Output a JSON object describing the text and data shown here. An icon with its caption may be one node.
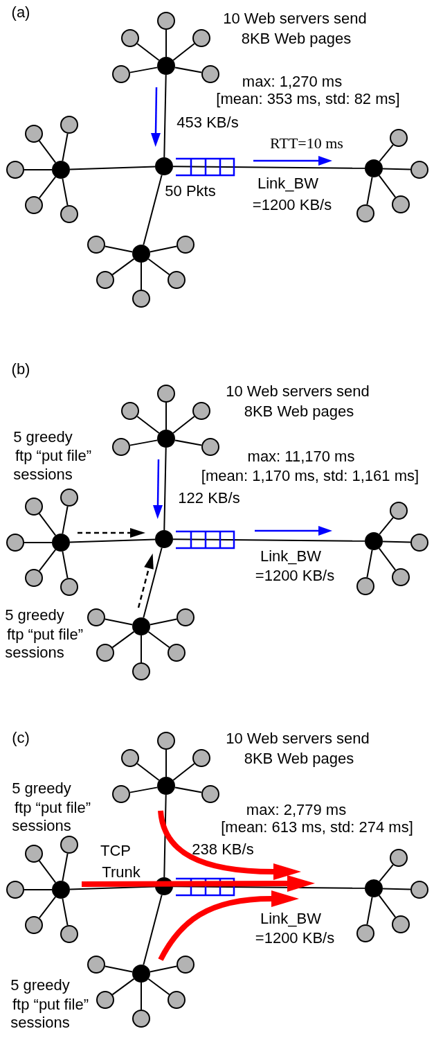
{
  "diagram": {
    "nodes": [
      {
        "text": [],
        "shape": "circle"
      },
      {
        "text": [],
        "shape": "circle"
      },
      {
        "text": [],
        "shape": "circle"
      },
      {
        "text": [],
        "shape": "circle"
      },
      {
        "text": [],
        "shape": "circle"
      },
      {
        "text": [],
        "shape": "circle"
      },
      {
        "text": [],
        "shape": "circle"
      },
      {
        "text": [],
        "shape": "circle"
      },
      {
        "text": [],
        "shape": "circle"
      },
      {
        "text": [],
        "shape": "circle"
      },
      {
        "text": [],
        "shape": "circle"
      },
      {
        "text": [],
        "shape": "circle"
      },
      {
        "text": [],
        "shape": "circle"
      },
      {
        "text": [],
        "shape": "circle"
      },
      {
        "text": [],
        "shape": "circle"
      },
      {
        "text": [],
        "shape": "circle"
      },
      {
        "text": [],
        "shape": "circle"
      },
      {
        "text": [],
        "shape": "circle"
      },
      {
        "text": [],
        "shape": "circle"
      },
      {
        "text": [],
        "shape": "circle"
      },
      {
        "text": [],
        "shape": "circle"
      },
      {
        "text": [],
        "shape": "circle"
      },
      {
        "text": [],
        "shape": "circle"
      },
      {
        "text": [],
        "shape": "circle"
      },
      {
        "text": [],
        "shape": "circle"
      },
      {
        "text": [],
        "shape": "circle"
      },
      {
        "text": [],
        "shape": "circle"
      },
      {
        "text": [],
        "shape": "circle"
      },
      {
        "text": [],
        "shape": "circle"
      },
      {
        "text": [],
        "shape": "circle"
      },
      {
        "text": [],
        "shape": "circle"
      },
      {
        "text": [],
        "shape": "circle"
      },
      {
        "text": [],
        "shape": "circle"
      },
      {
        "text": [],
        "shape": "circle"
      },
      {
        "text": [],
        "shape": "circle"
      },
      {
        "text": [],
        "shape": "circle"
      },
      {
        "text": [],
        "shape": "circle"
      },
      {
        "text": [],
        "shape": "circle"
      },
      {
        "text": [],
        "shape": "circle"
      },
      {
        "text": [],
        "shape": "circle"
      },
      {
        "text": [],
        "shape": "circle"
      },
      {
        "text": [],
        "shape": "circle"
      },
      {
        "text": [],
        "shape": "circle"
      },
      {
        "text": [],
        "shape": "circle"
      },
      {
        "text": [],
        "shape": "circle"
      },
      {
        "text": [],
        "shape": "circle"
      },
      {
        "text": [],
        "shape": "circle"
      },
      {
        "text": [],
        "shape": "circle"
      },
      {
        "text": [],
        "shape": "circle"
      },
      {
        "text": [],
        "shape": "circle"
      },
      {
        "text": [],
        "shape": "circle"
      },
      {
        "text": [],
        "shape": "circle"
      },
      {
        "text": [],
        "shape": "circle"
      },
      {
        "text": [],
        "shape": "circle"
      },
      {
        "text": [],
        "shape": "circle"
      },
      {
        "text": [],
        "shape": "circle"
      },
      {
        "text": [],
        "shape": "circle"
      },
      {
        "text": [],
        "shape": "circle"
      },
      {
        "text": [],
        "shape": "circle"
      },
      {
        "text": [],
        "shape": "circle"
      },
      {
        "text": [],
        "shape": "circle"
      },
      {
        "text": [],
        "shape": "circle"
      },
      {
        "text": [],
        "shape": "circle"
      },
      {
        "text": [],
        "shape": "circle"
      },
      {
        "text": [],
        "shape": "circle"
      },
      {
        "text": [],
        "shape": "circle"
      },
      {
        "text": [],
        "shape": "circle"
      },
      {
        "text": [],
        "shape": "circle"
      },
      {
        "text": [],
        "shape": "circle"
      },
      {
        "text": [],
        "shape": "circle"
      },
      {
        "text": [],
        "shape": "circle"
      },
      {
        "text": [],
        "shape": "circle"
      }
    ],
    "edges": [
      {
        "from": 0,
        "to": 1,
        "arrow": "none"
      },
      {
        "from": 0,
        "to": 2,
        "arrow": "none"
      },
      {
        "from": 0,
        "to": 3,
        "arrow": "none"
      },
      {
        "from": 0,
        "to": 4,
        "arrow": "none"
      },
      {
        "from": 0,
        "to": 5,
        "arrow": "none"
      },
      {
        "from": 0,
        "to": 12,
        "arrow": "none"
      },
      {
        "from": 6,
        "to": 7,
        "arrow": "none"
      },
      {
        "from": 6,
        "to": 8,
        "arrow": "none"
      },
      {
        "from": 6,
        "to": 9,
        "arrow": "none"
      },
      {
        "from": 6,
        "to": 10,
        "arrow": "none"
      },
      {
        "from": 6,
        "to": 11,
        "arrow": "none"
      },
      {
        "from": 6,
        "to": 12,
        "arrow": "none"
      },
      {
        "from": 12,
        "to": 13,
        "arrow": "none"
      },
      {
        "from": 13,
        "to": 14,
        "arrow": "none"
      },
      {
        "from": 13,
        "to": 15,
        "arrow": "none"
      },
      {
        "from": 13,
        "to": 16,
        "arrow": "none"
      },
      {
        "from": 13,
        "to": 17,
        "arrow": "none"
      },
      {
        "from": 18,
        "to": 12,
        "arrow": "none"
      },
      {
        "from": 18,
        "to": 19,
        "arrow": "none"
      },
      {
        "from": 18,
        "to": 20,
        "arrow": "none"
      },
      {
        "from": 18,
        "to": 21,
        "arrow": "none"
      },
      {
        "from": 18,
        "to": 22,
        "arrow": "none"
      },
      {
        "from": 18,
        "to": 23,
        "arrow": "none"
      },
      {
        "from": 24,
        "to": 25,
        "arrow": "none"
      },
      {
        "from": 24,
        "to": 26,
        "arrow": "none"
      },
      {
        "from": 24,
        "to": 27,
        "arrow": "none"
      },
      {
        "from": 24,
        "to": 28,
        "arrow": "none"
      },
      {
        "from": 24,
        "to": 29,
        "arrow": "none"
      },
      {
        "from": 24,
        "to": 36,
        "arrow": "none"
      },
      {
        "from": 30,
        "to": 31,
        "arrow": "none"
      },
      {
        "from": 30,
        "to": 32,
        "arrow": "none"
      },
      {
        "from": 30,
        "to": 33,
        "arrow": "none"
      },
      {
        "from": 30,
        "to": 34,
        "arrow": "none"
      },
      {
        "from": 30,
        "to": 35,
        "arrow": "none"
      },
      {
        "from": 30,
        "to": 36,
        "arrow": "none"
      },
      {
        "from": 36,
        "to": 37,
        "arrow": "none"
      },
      {
        "from": 37,
        "to": 38,
        "arrow": "none"
      },
      {
        "from": 37,
        "to": 39,
        "arrow": "none"
      },
      {
        "from": 37,
        "to": 40,
        "arrow": "none"
      },
      {
        "from": 37,
        "to": 41,
        "arrow": "none"
      },
      {
        "from": 42,
        "to": 36,
        "arrow": "none"
      },
      {
        "from": 42,
        "to": 43,
        "arrow": "none"
      },
      {
        "from": 42,
        "to": 44,
        "arrow": "none"
      },
      {
        "from": 42,
        "to": 45,
        "arrow": "none"
      },
      {
        "from": 42,
        "to": 46,
        "arrow": "none"
      },
      {
        "from": 42,
        "to": 47,
        "arrow": "none"
      },
      {
        "from": 48,
        "to": 49,
        "arrow": "none"
      },
      {
        "from": 48,
        "to": 50,
        "arrow": "none"
      },
      {
        "from": 48,
        "to": 51,
        "arrow": "none"
      },
      {
        "from": 48,
        "to": 52,
        "arrow": "none"
      },
      {
        "from": 48,
        "to": 53,
        "arrow": "none"
      },
      {
        "from": 48,
        "to": 60,
        "arrow": "none"
      },
      {
        "from": 54,
        "to": 55,
        "arrow": "none"
      },
      {
        "from": 54,
        "to": 56,
        "arrow": "none"
      },
      {
        "from": 54,
        "to": 57,
        "arrow": "none"
      },
      {
        "from": 54,
        "to": 58,
        "arrow": "none"
      },
      {
        "from": 54,
        "to": 59,
        "arrow": "none"
      },
      {
        "from": 54,
        "to": 60,
        "arrow": "none"
      },
      {
        "from": 60,
        "to": 61,
        "arrow": "none"
      },
      {
        "from": 61,
        "to": 62,
        "arrow": "none"
      },
      {
        "from": 61,
        "to": 63,
        "arrow": "none"
      },
      {
        "from": 61,
        "to": 64,
        "arrow": "none"
      },
      {
        "from": 61,
        "to": 65,
        "arrow": "none"
      },
      {
        "from": 66,
        "to": 60,
        "arrow": "none"
      },
      {
        "from": 66,
        "to": 67,
        "arrow": "none"
      },
      {
        "from": 66,
        "to": 68,
        "arrow": "none"
      },
      {
        "from": 66,
        "to": 69,
        "arrow": "none"
      },
      {
        "from": 66,
        "to": 70,
        "arrow": "none"
      },
      {
        "from": 66,
        "to": 71,
        "arrow": "none"
      }
    ],
    "labels": [
      "(a)",
      "10 Web servers send",
      "8KB Web pages",
      "max: 1,270 ms",
      "[mean: 353 ms, std: 82 ms]",
      "453 KB/s",
      "RTT=10 ms",
      "50 Pkts",
      "Link_BW",
      "=1200 KB/s",
      "(b)",
      "10 Web servers send",
      "8KB Web pages",
      "5 greedy",
      "ftp “put file”",
      "sessions",
      "max: 11,170 ms",
      "[mean: 1,170 ms, std: 1,161 ms]",
      "122 KB/s",
      "Link_BW",
      "=1200 KB/s",
      "5 greedy",
      "ftp “put file”",
      "sessions",
      "(c)",
      "10 Web servers send",
      "8KB Web pages",
      "5 greedy",
      "ftp “put file”",
      "sessions",
      "max: 2,779 ms",
      "[mean: 613 ms, std: 274 ms]",
      "TCP",
      "Trunk",
      "238 KB/s",
      "Link_BW",
      "=1200 KB/s",
      "5 greedy",
      "ftp “put file”",
      "sessions"
    ]
  }
}
